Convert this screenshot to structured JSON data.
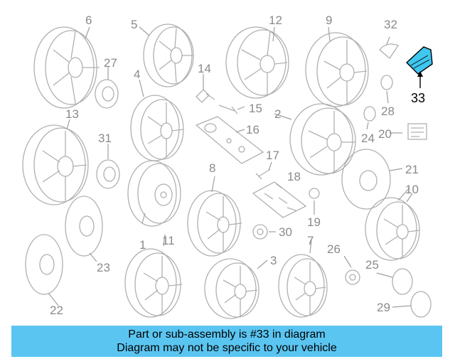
{
  "diagram": {
    "highlighted_part": "33",
    "callouts": [
      "1",
      "2",
      "3",
      "4",
      "5",
      "6",
      "7",
      "8",
      "9",
      "10",
      "11",
      "12",
      "13",
      "14",
      "15",
      "16",
      "17",
      "18",
      "19",
      "20",
      "21",
      "22",
      "23",
      "24",
      "25",
      "26",
      "27",
      "28",
      "29",
      "30",
      "31",
      "32",
      "33"
    ]
  },
  "banner": {
    "line1": "Part or sub-assembly is #33 in diagram",
    "line2": "Diagram may not be specific to your vehicle"
  },
  "colors": {
    "banner_bg": "#5bc5f1",
    "highlight": "#3fc7f0"
  }
}
